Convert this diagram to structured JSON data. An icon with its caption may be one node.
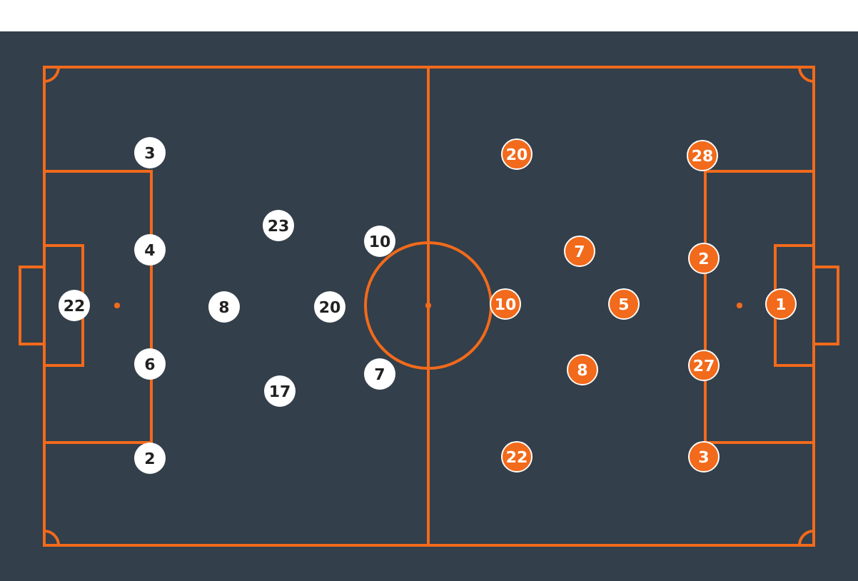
{
  "diagram": {
    "nodes": [
      {
        "text": [
          "3"
        ]
      },
      {
        "text": [
          "4"
        ]
      },
      {
        "text": [
          "22"
        ]
      },
      {
        "text": [
          "8"
        ]
      },
      {
        "text": [
          "23"
        ]
      },
      {
        "text": [
          "10"
        ]
      },
      {
        "text": [
          "20"
        ]
      },
      {
        "text": [
          "6"
        ]
      },
      {
        "text": [
          "7"
        ]
      },
      {
        "text": [
          "17"
        ]
      },
      {
        "text": [
          "2"
        ]
      },
      {
        "text": [
          "20"
        ]
      },
      {
        "text": [
          "28"
        ]
      },
      {
        "text": [
          "7"
        ]
      },
      {
        "text": [
          "2"
        ]
      },
      {
        "text": [
          "10"
        ]
      },
      {
        "text": [
          "5"
        ]
      },
      {
        "text": [
          "1"
        ]
      },
      {
        "text": [
          "8"
        ]
      },
      {
        "text": [
          "27"
        ]
      },
      {
        "text": [
          "22"
        ]
      },
      {
        "text": [
          "3"
        ]
      }
    ],
    "edges": []
  }
}
